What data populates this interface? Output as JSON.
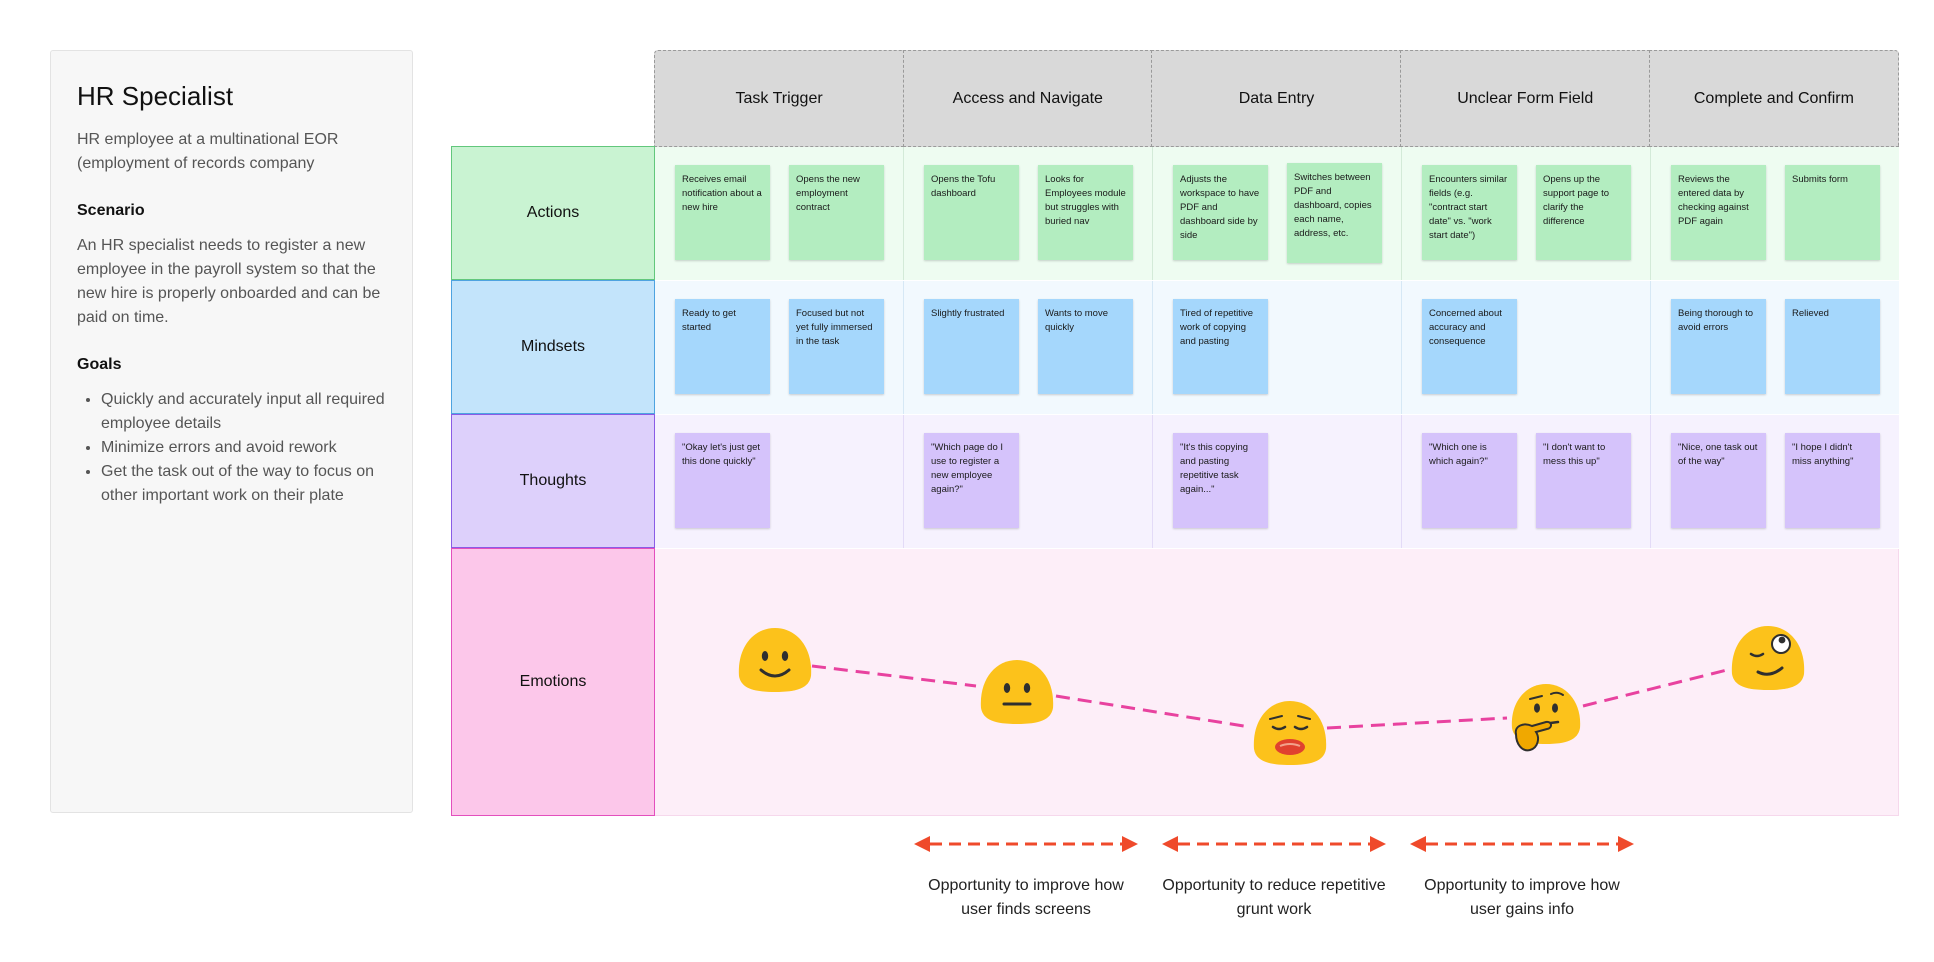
{
  "persona": {
    "title": "HR Specialist",
    "description": "HR employee at a multinational EOR (employment of records company",
    "scenario_heading": "Scenario",
    "scenario_text": "An HR specialist needs to register a new employee in the payroll system so that the new hire is properly onboarded and can be paid on time.",
    "goals_heading": "Goals",
    "goals": [
      "Quickly and accurately input all required employee details",
      "Minimize errors and avoid rework",
      "Get the task out of the way to focus on other important work on their plate"
    ]
  },
  "stages": [
    "Task Trigger",
    "Access and Navigate",
    "Data Entry",
    "Unclear Form Field",
    "Complete and Confirm"
  ],
  "rows": {
    "actions": "Actions",
    "mindsets": "Mindsets",
    "thoughts": "Thoughts",
    "emotions": "Emotions"
  },
  "notes": {
    "actions": [
      [
        "Receives email notification about a new hire",
        "Opens the new employment contract"
      ],
      [
        "Opens the Tofu dashboard",
        "Looks for Employees module but struggles with buried nav"
      ],
      [
        "Adjusts the workspace to have PDF and dashboard side by side",
        "Switches between PDF and dashboard, copies each name, address, etc."
      ],
      [
        "Encounters similar fields (e.g. \"contract start date\" vs. \"work start date\")",
        "Opens up the support page to clarify the difference"
      ],
      [
        "Reviews the entered data by checking against PDF again",
        "Submits form"
      ]
    ],
    "mindsets": [
      [
        "Ready to get started",
        "Focused but not yet fully immersed in the task"
      ],
      [
        "Slightly frustrated",
        "Wants to move quickly"
      ],
      [
        "Tired of repetitive work of copying and pasting",
        ""
      ],
      [
        "Concerned about accuracy and consequence",
        ""
      ],
      [
        "Being thorough to avoid errors",
        "Relieved"
      ]
    ],
    "thoughts": [
      [
        "\"Okay let's just get this done quickly\"",
        ""
      ],
      [
        "\"Which page do I use to register a new employee again?\"",
        ""
      ],
      [
        "\"It's this copying and pasting repetitive task again...\"",
        ""
      ],
      [
        "\"Which one is which again?\"",
        "\"I don't want to mess this up\""
      ],
      [
        "\"Nice, one task out of the way\"",
        "\"I hope I didn't miss anything\""
      ]
    ]
  },
  "emotions": [
    {
      "stage": "Task Trigger",
      "icon": "slightly-smiling-face-icon"
    },
    {
      "stage": "Access and Navigate",
      "icon": "neutral-face-icon"
    },
    {
      "stage": "Data Entry",
      "icon": "tired-face-icon"
    },
    {
      "stage": "Unclear Form Field",
      "icon": "thinking-face-icon"
    },
    {
      "stage": "Complete and Confirm",
      "icon": "relieved-face-icon"
    }
  ],
  "opportunities": [
    "Opportunity to improve how user finds screens",
    "Opportunity to reduce repetitive grunt work",
    "Opportunity to improve how user gains info"
  ],
  "colors": {
    "emotion_line": "#e8429f",
    "opportunity_arrow": "#ef4a2b",
    "emoji_yellow": "#fcc21b"
  }
}
